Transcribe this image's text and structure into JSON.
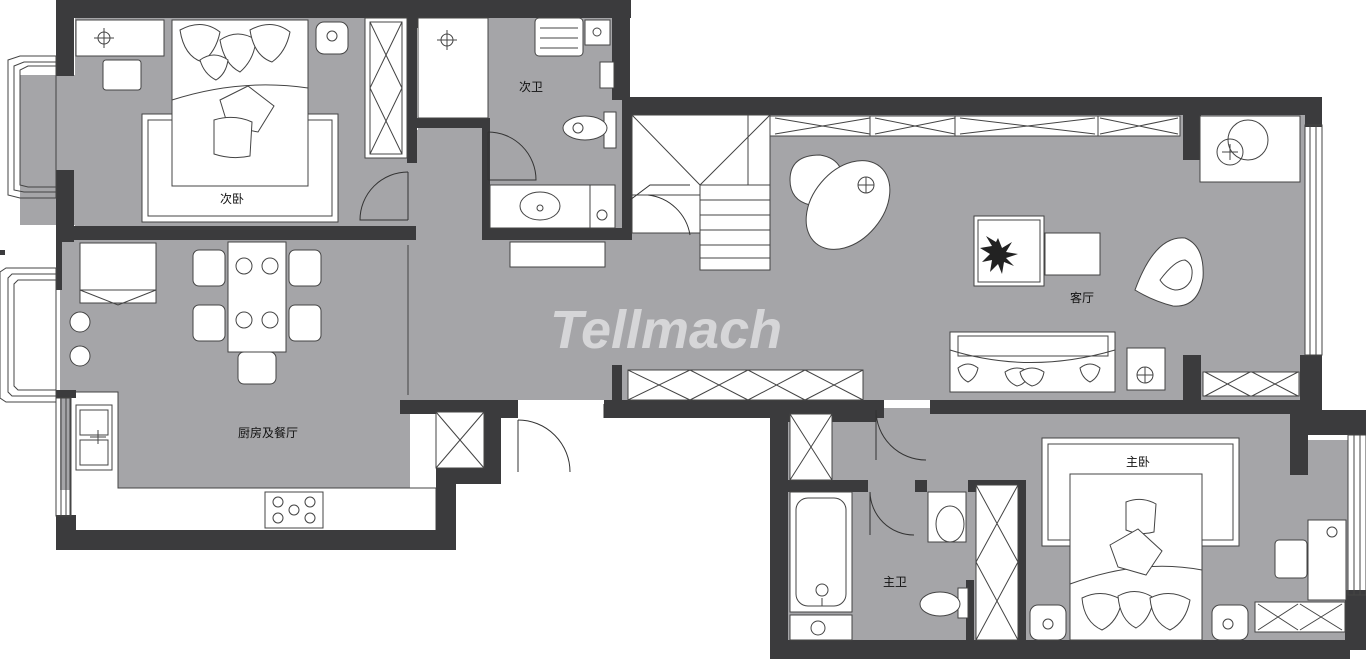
{
  "watermark": "Tellmach",
  "rooms": {
    "second_bedroom": "次卧",
    "second_bathroom": "次卫",
    "living_room": "客厅",
    "kitchen_dining": "厨房及餐厅",
    "master_bedroom": "主卧",
    "master_bathroom": "主卫"
  },
  "colors": {
    "wall": "#3b3b3d",
    "floor": "#a5a5a8",
    "furniture": "#ffffff",
    "outline": "#444444"
  }
}
